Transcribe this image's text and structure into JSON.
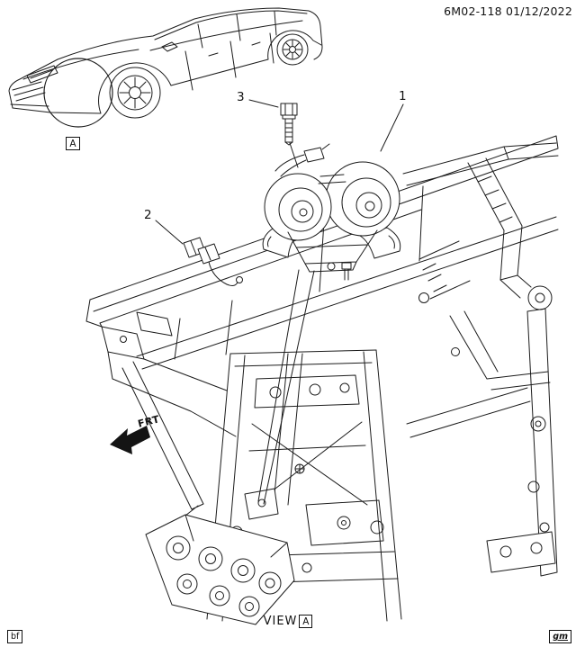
{
  "header": {
    "doc_ref": "6M02-118 01/12/2022"
  },
  "callouts": {
    "item_1": "1",
    "item_2": "2",
    "item_3": "3",
    "detail_a": "A"
  },
  "footer": {
    "view_label": "VIEW",
    "view_detail": "A",
    "code_left": "bf",
    "logo_right": "gm"
  },
  "annotations": {
    "front_direction": "FRT"
  },
  "colors": {
    "line": "#1c1c1c",
    "background": "#ffffff"
  },
  "icons": {
    "frt_arrow": "front-direction-arrow"
  }
}
